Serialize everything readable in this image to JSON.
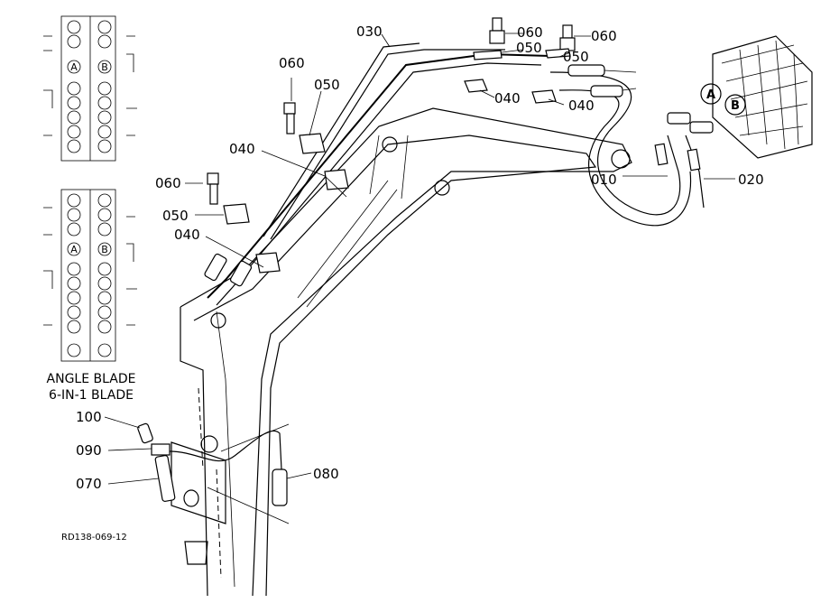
{
  "callouts": {
    "p010": "010",
    "p020": "020",
    "p030": "030",
    "p040a": "040",
    "p040b": "040",
    "p040c": "040",
    "p040d": "040",
    "p050a": "050",
    "p050b": "050",
    "p050c": "050",
    "p050d": "050",
    "p060a": "060",
    "p060b": "060",
    "p060c": "060",
    "p060d": "060",
    "p070": "070",
    "p080": "080",
    "p090": "090",
    "p100": "100"
  },
  "port_labels": {
    "a_top": "A",
    "b_top": "B",
    "a_mid": "A",
    "b_mid": "B",
    "a_valve": "A",
    "b_valve": "B"
  },
  "caption": {
    "line1": "ANGLE BLADE",
    "line2": "6-IN-1 BLADE"
  },
  "drawing_id": "RD138-069-12"
}
